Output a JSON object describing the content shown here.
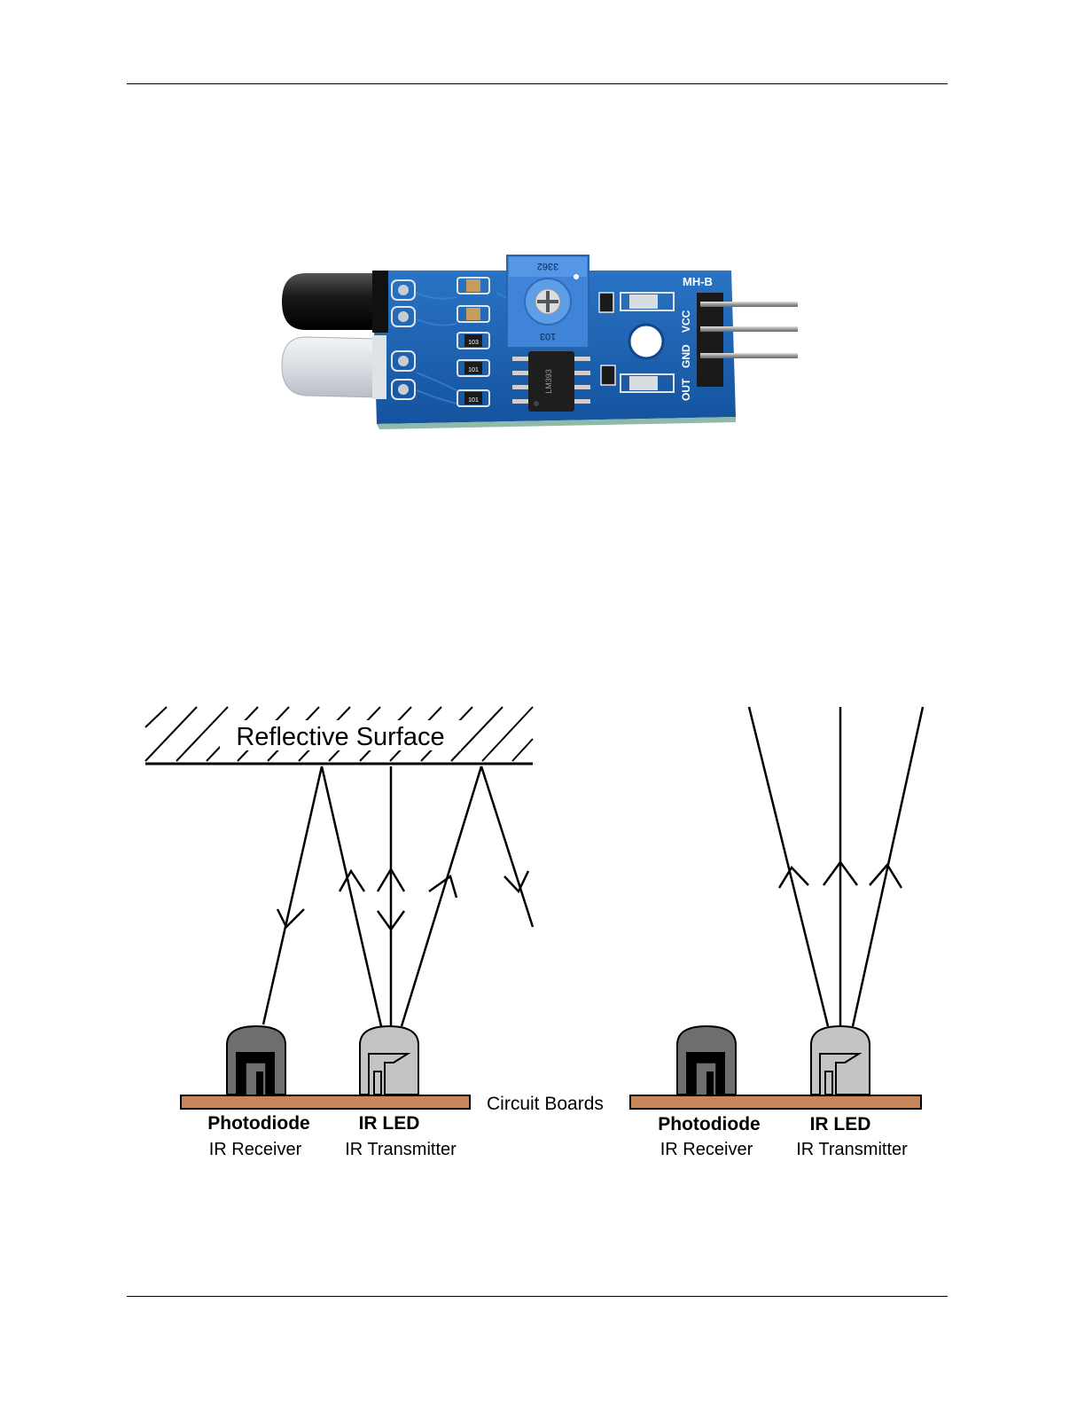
{
  "module": {
    "label_board": "MH-B",
    "pin_out": "OUT",
    "pin_gnd": "GND",
    "pin_vcc": "VCC",
    "pot_marking_top": "3362",
    "pot_marking_bottom": "103",
    "chip_marking": "LM393",
    "resistor_markings": [
      "103",
      "101",
      "101"
    ]
  },
  "diagram_left": {
    "surface_label": "Reflective Surface",
    "board_label": "Circuit Boards",
    "receiver_name": "Photodiode",
    "receiver_role": "IR Receiver",
    "emitter_name": "IR LED",
    "emitter_role": "IR Transmitter"
  },
  "diagram_right": {
    "receiver_name": "Photodiode",
    "receiver_role": "IR Receiver",
    "emitter_name": "IR LED",
    "emitter_role": "IR Transmitter"
  },
  "colors": {
    "pcb": "#1a5fb0",
    "pot": "#3b7fd6",
    "board": "#c8875a",
    "photodiode_outer": "#6e6e6e",
    "led_outer": "#c4c4c4"
  }
}
